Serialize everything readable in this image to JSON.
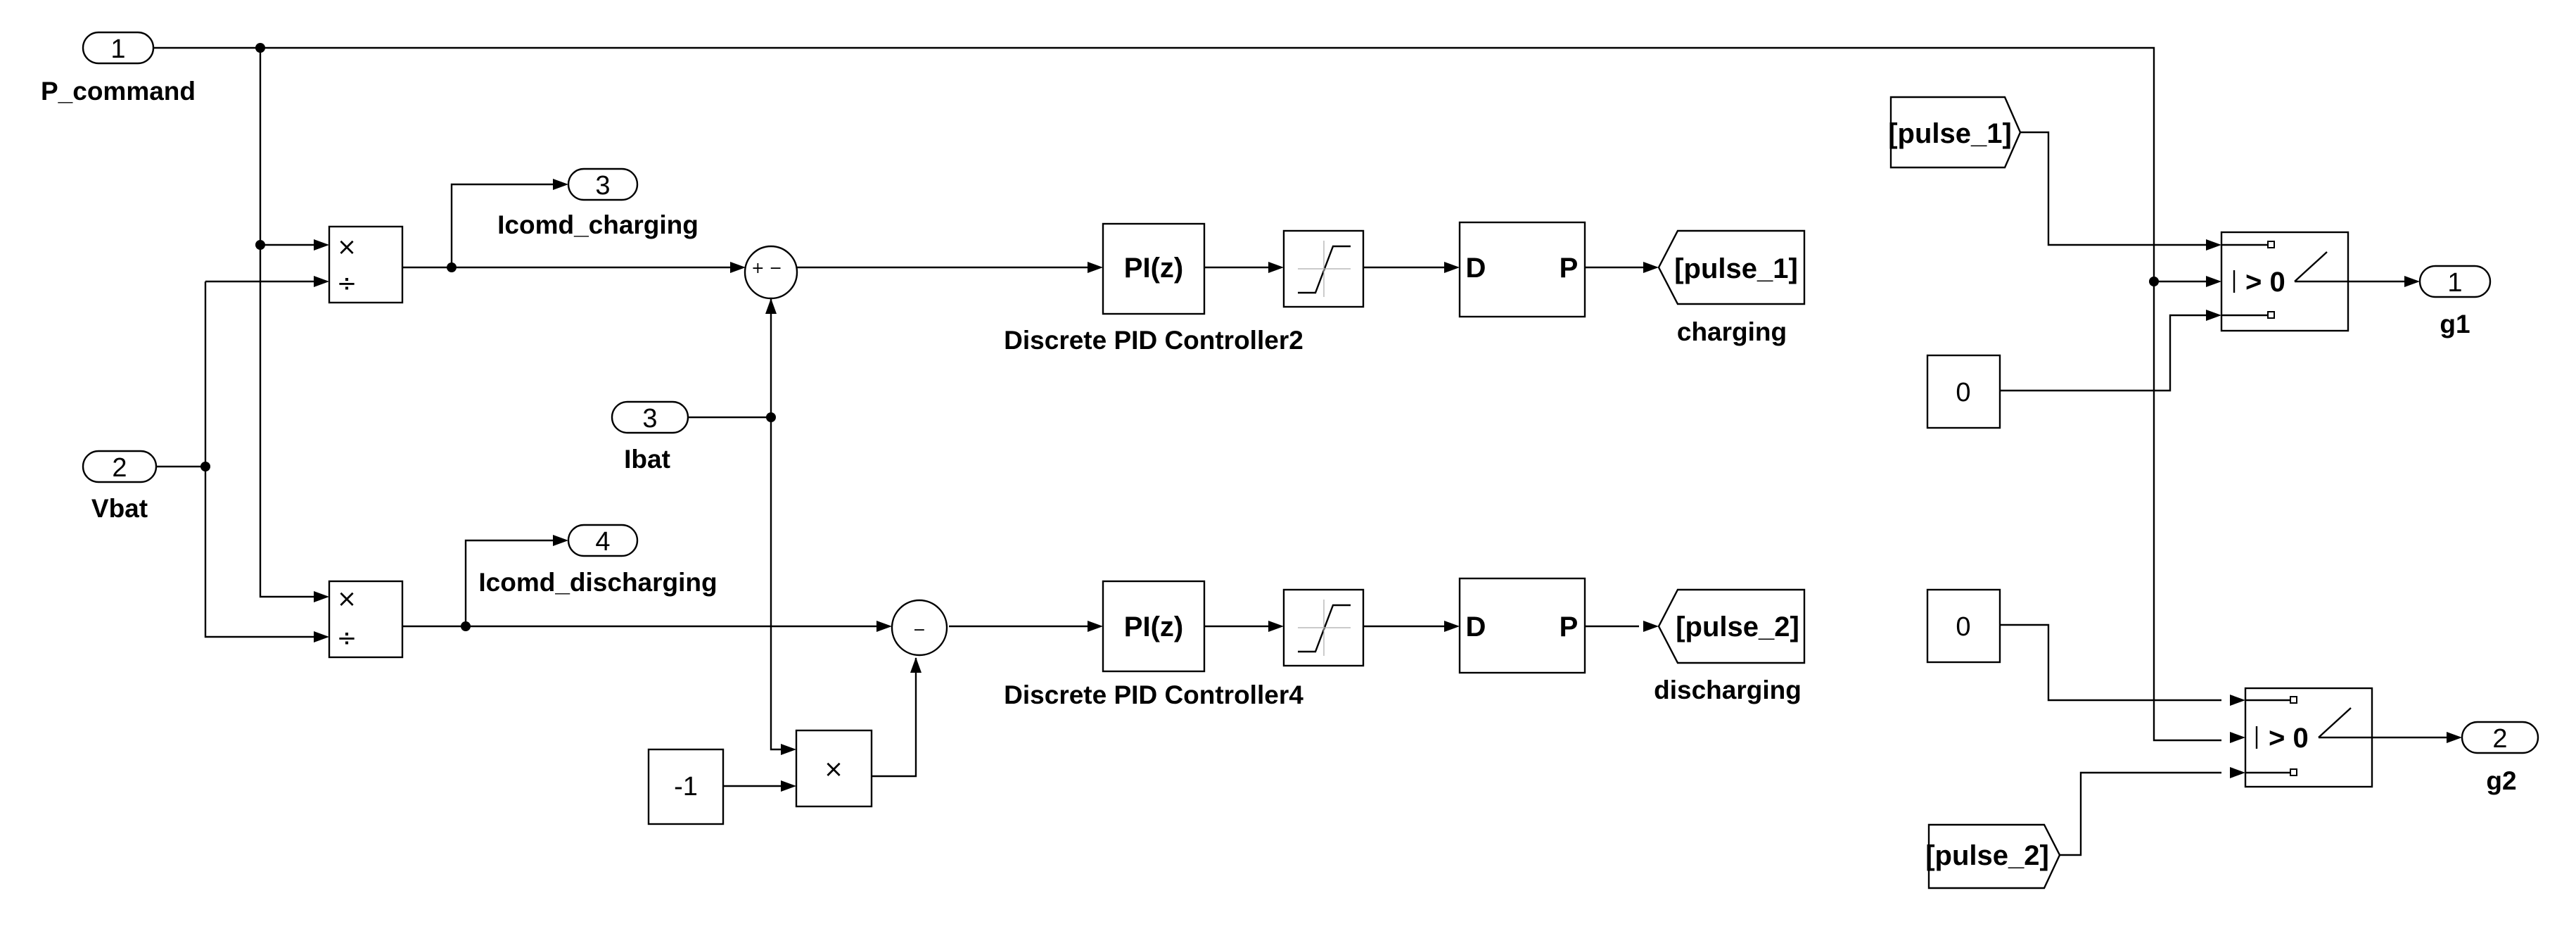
{
  "inports": {
    "p_command": {
      "number": "1",
      "label": "P_command"
    },
    "vbat": {
      "number": "2",
      "label": "Vbat"
    },
    "ibat": {
      "number": "3",
      "label": "Ibat"
    }
  },
  "outports": {
    "icomd_charging": {
      "number": "3",
      "label": "Icomd_charging"
    },
    "icomd_discharging": {
      "number": "4",
      "label": "Icomd_discharging"
    },
    "g1": {
      "number": "1",
      "label": "g1"
    },
    "g2": {
      "number": "2",
      "label": "g2"
    }
  },
  "blocks": {
    "divide_symbol_mult": "×",
    "divide_symbol_div": "÷",
    "sum1_signs": "+ −",
    "sum2_signs": "−",
    "pid1_text": "PI(z)",
    "pid1_label": "Discrete PID Controller2",
    "pid2_text": "PI(z)",
    "pid2_label": "Discrete PID Controller4",
    "pwm1_in": "D",
    "pwm1_out": "P",
    "pwm2_in": "D",
    "pwm2_out": "P",
    "goto1_tag": "[pulse_1]",
    "goto1_label": "charging",
    "goto2_tag": "[pulse_2]",
    "goto2_label": "discharging",
    "gain_value": "-1",
    "product_symbol": "×",
    "from1_tag": "[pulse_1]",
    "from2_tag": "[pulse_2]",
    "const1_value": "0",
    "const2_value": "0",
    "switch1_threshold": "> 0",
    "switch2_threshold": "> 0"
  }
}
